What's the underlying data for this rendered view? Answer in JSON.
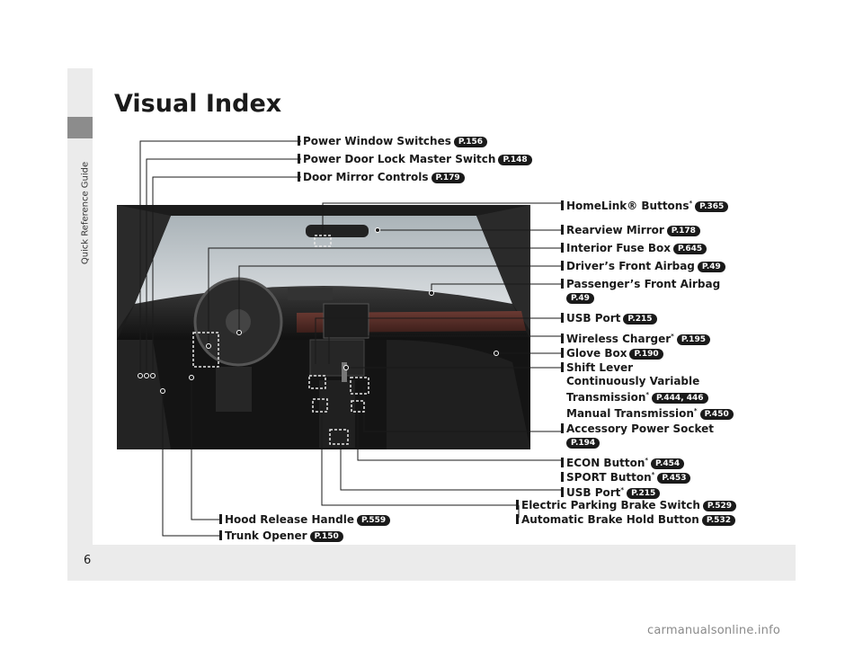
{
  "page": {
    "side_label": "Quick Reference Guide",
    "page_number": "6",
    "title": "Visual Index",
    "watermark": "carmanualsonline.info"
  },
  "callouts": {
    "power_window": {
      "label": "Power Window Switches",
      "ref": "P.156"
    },
    "door_lock": {
      "label": "Power Door Lock Master Switch",
      "ref": "P.148"
    },
    "mirror_controls": {
      "label": "Door Mirror Controls",
      "ref": "P.179"
    },
    "homelink": {
      "label": "HomeLink® Buttons",
      "star": "*",
      "ref": "P.365"
    },
    "rearview": {
      "label": "Rearview Mirror",
      "ref": "P.178"
    },
    "fuse_box": {
      "label": "Interior Fuse Box",
      "ref": "P.645"
    },
    "driver_airbag": {
      "label": "Driver’s Front Airbag",
      "ref": "P.49"
    },
    "passenger_airbag": {
      "label": "Passenger’s Front Airbag",
      "ref": "P.49"
    },
    "usb_port": {
      "label": "USB Port",
      "ref": "P.215"
    },
    "wireless": {
      "label": "Wireless Charger",
      "star": "*",
      "ref": "P.195"
    },
    "glove_box": {
      "label": "Glove Box",
      "ref": "P.190"
    },
    "shift_lever": {
      "label": "Shift Lever",
      "cvt_line1": "Continuously Variable",
      "cvt_line2": "Transmission",
      "cvt_star": "*",
      "cvt_ref": "P.444, 446",
      "manual": "Manual Transmission",
      "manual_star": "*",
      "manual_ref": "P.450"
    },
    "accessory": {
      "label": "Accessory Power Socket",
      "ref": "P.194"
    },
    "econ": {
      "label": "ECON Button",
      "star": "*",
      "ref": "P.454"
    },
    "sport": {
      "label": "SPORT Button",
      "star": "*",
      "ref": "P.453"
    },
    "usb_port2": {
      "label": "USB Port",
      "star": "*",
      "ref": "P.215"
    },
    "parking_brake": {
      "label": "Electric Parking Brake Switch",
      "ref": "P.529"
    },
    "brake_hold": {
      "label": "Automatic Brake Hold Button",
      "ref": "P.532"
    },
    "hood": {
      "label": "Hood Release Handle",
      "ref": "P.559"
    },
    "trunk": {
      "label": "Trunk Opener",
      "ref": "P.150"
    }
  },
  "colors": {
    "tab": "#8c8c8c",
    "frame": "#ebebeb",
    "ink": "#1a1a1a"
  }
}
